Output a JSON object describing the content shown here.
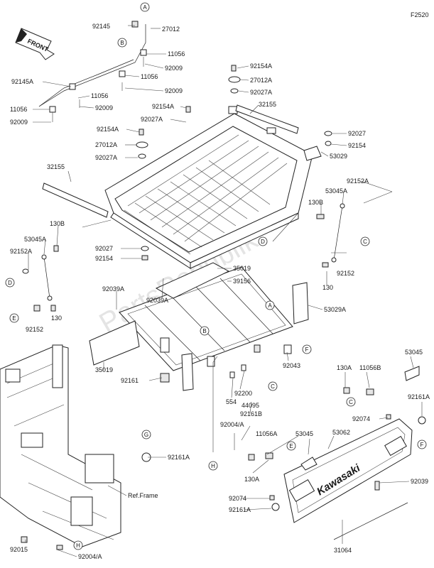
{
  "figure_code": "F2520",
  "front_label": "FRONT",
  "watermark": "PartsRepublik",
  "ref_frame": "Ref.Frame",
  "logo_text": "Kawasaki",
  "part_labels": {
    "p92145": "92145",
    "p27012_top": "27012",
    "p11056_a": "11056",
    "p92009_a": "92009",
    "p11056_b": "11056",
    "p92009_b": "92009",
    "p92145A": "92145A",
    "p11056_c": "11056",
    "p92009_c": "92009",
    "p11056_d": "11056",
    "p92009_d": "92009",
    "p92154A_top": "92154A",
    "p27012A_top": "27012A",
    "p92027A_top": "92027A",
    "p32155_right": "32155",
    "p92154A_mid": "92154A",
    "p92027A_mid": "92027A",
    "p92154A_left": "92154A",
    "p27012A_left": "27012A",
    "p92027A_left": "92027A",
    "p92027_right": "92027",
    "p92154_right": "92154",
    "p53029": "53029",
    "p32155_left": "32155",
    "p92152A_right": "92152A",
    "p53045A_right": "53045A",
    "p130B_right": "130B",
    "p130B_left": "130B",
    "p53045A_left": "53045A",
    "p92152A_left": "92152A",
    "p92027_bot": "92027",
    "p92154_bot": "92154",
    "p92152_right": "92152",
    "p130_right": "130",
    "p35019_top": "35019",
    "p39156": "39156",
    "p92039A_left": "92039A",
    "p92039A_mid": "92039A",
    "p53029A": "53029A",
    "p130_left": "130",
    "p92152_left": "92152",
    "p35019_left": "35019",
    "p92043": "92043",
    "p92161": "92161",
    "p92200": "92200",
    "p554": "554",
    "p44095": "44095",
    "p92161B": "92161B",
    "p92004A_mid": "92004/A",
    "p11056A": "11056A",
    "p53045_mid": "53045",
    "p130A_mid": "130A",
    "p92074_mid": "92074",
    "p92161A_mid": "92161A",
    "p53062": "53062",
    "p130A_right": "130A",
    "p11056B": "11056B",
    "p53045_right": "53045",
    "p92161A_right": "92161A",
    "p92074_right": "92074",
    "p92039": "92039",
    "p31064": "31064",
    "p92161A_frame": "92161A",
    "p92015": "92015",
    "p92004A_bot": "92004/A"
  },
  "callouts": {
    "A": "A",
    "B": "B",
    "C": "C",
    "D": "D",
    "E": "E",
    "F": "F",
    "G": "G",
    "H": "H"
  }
}
